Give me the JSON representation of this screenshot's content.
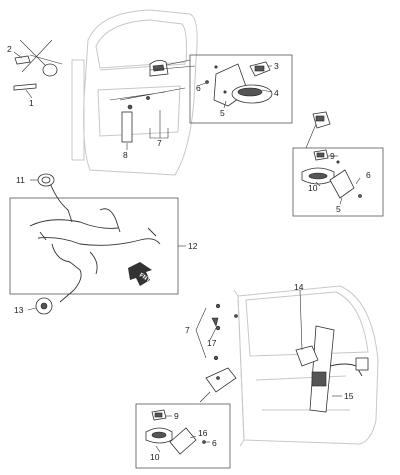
{
  "callouts": {
    "c1": "1",
    "c2": "2",
    "c3": "3",
    "c4": "4",
    "c5a": "5",
    "c6a": "6",
    "c7a": "7",
    "c8": "8",
    "c9a": "9",
    "c6b": "6",
    "c10a": "10",
    "c5b": "5",
    "c11": "11",
    "c12": "12",
    "c13": "13",
    "c14": "14",
    "c7b": "7",
    "c17": "17",
    "c15": "15",
    "c9b": "9",
    "c16": "16",
    "c6c": "6",
    "c10b": "10"
  },
  "direction_badge": "FNT"
}
